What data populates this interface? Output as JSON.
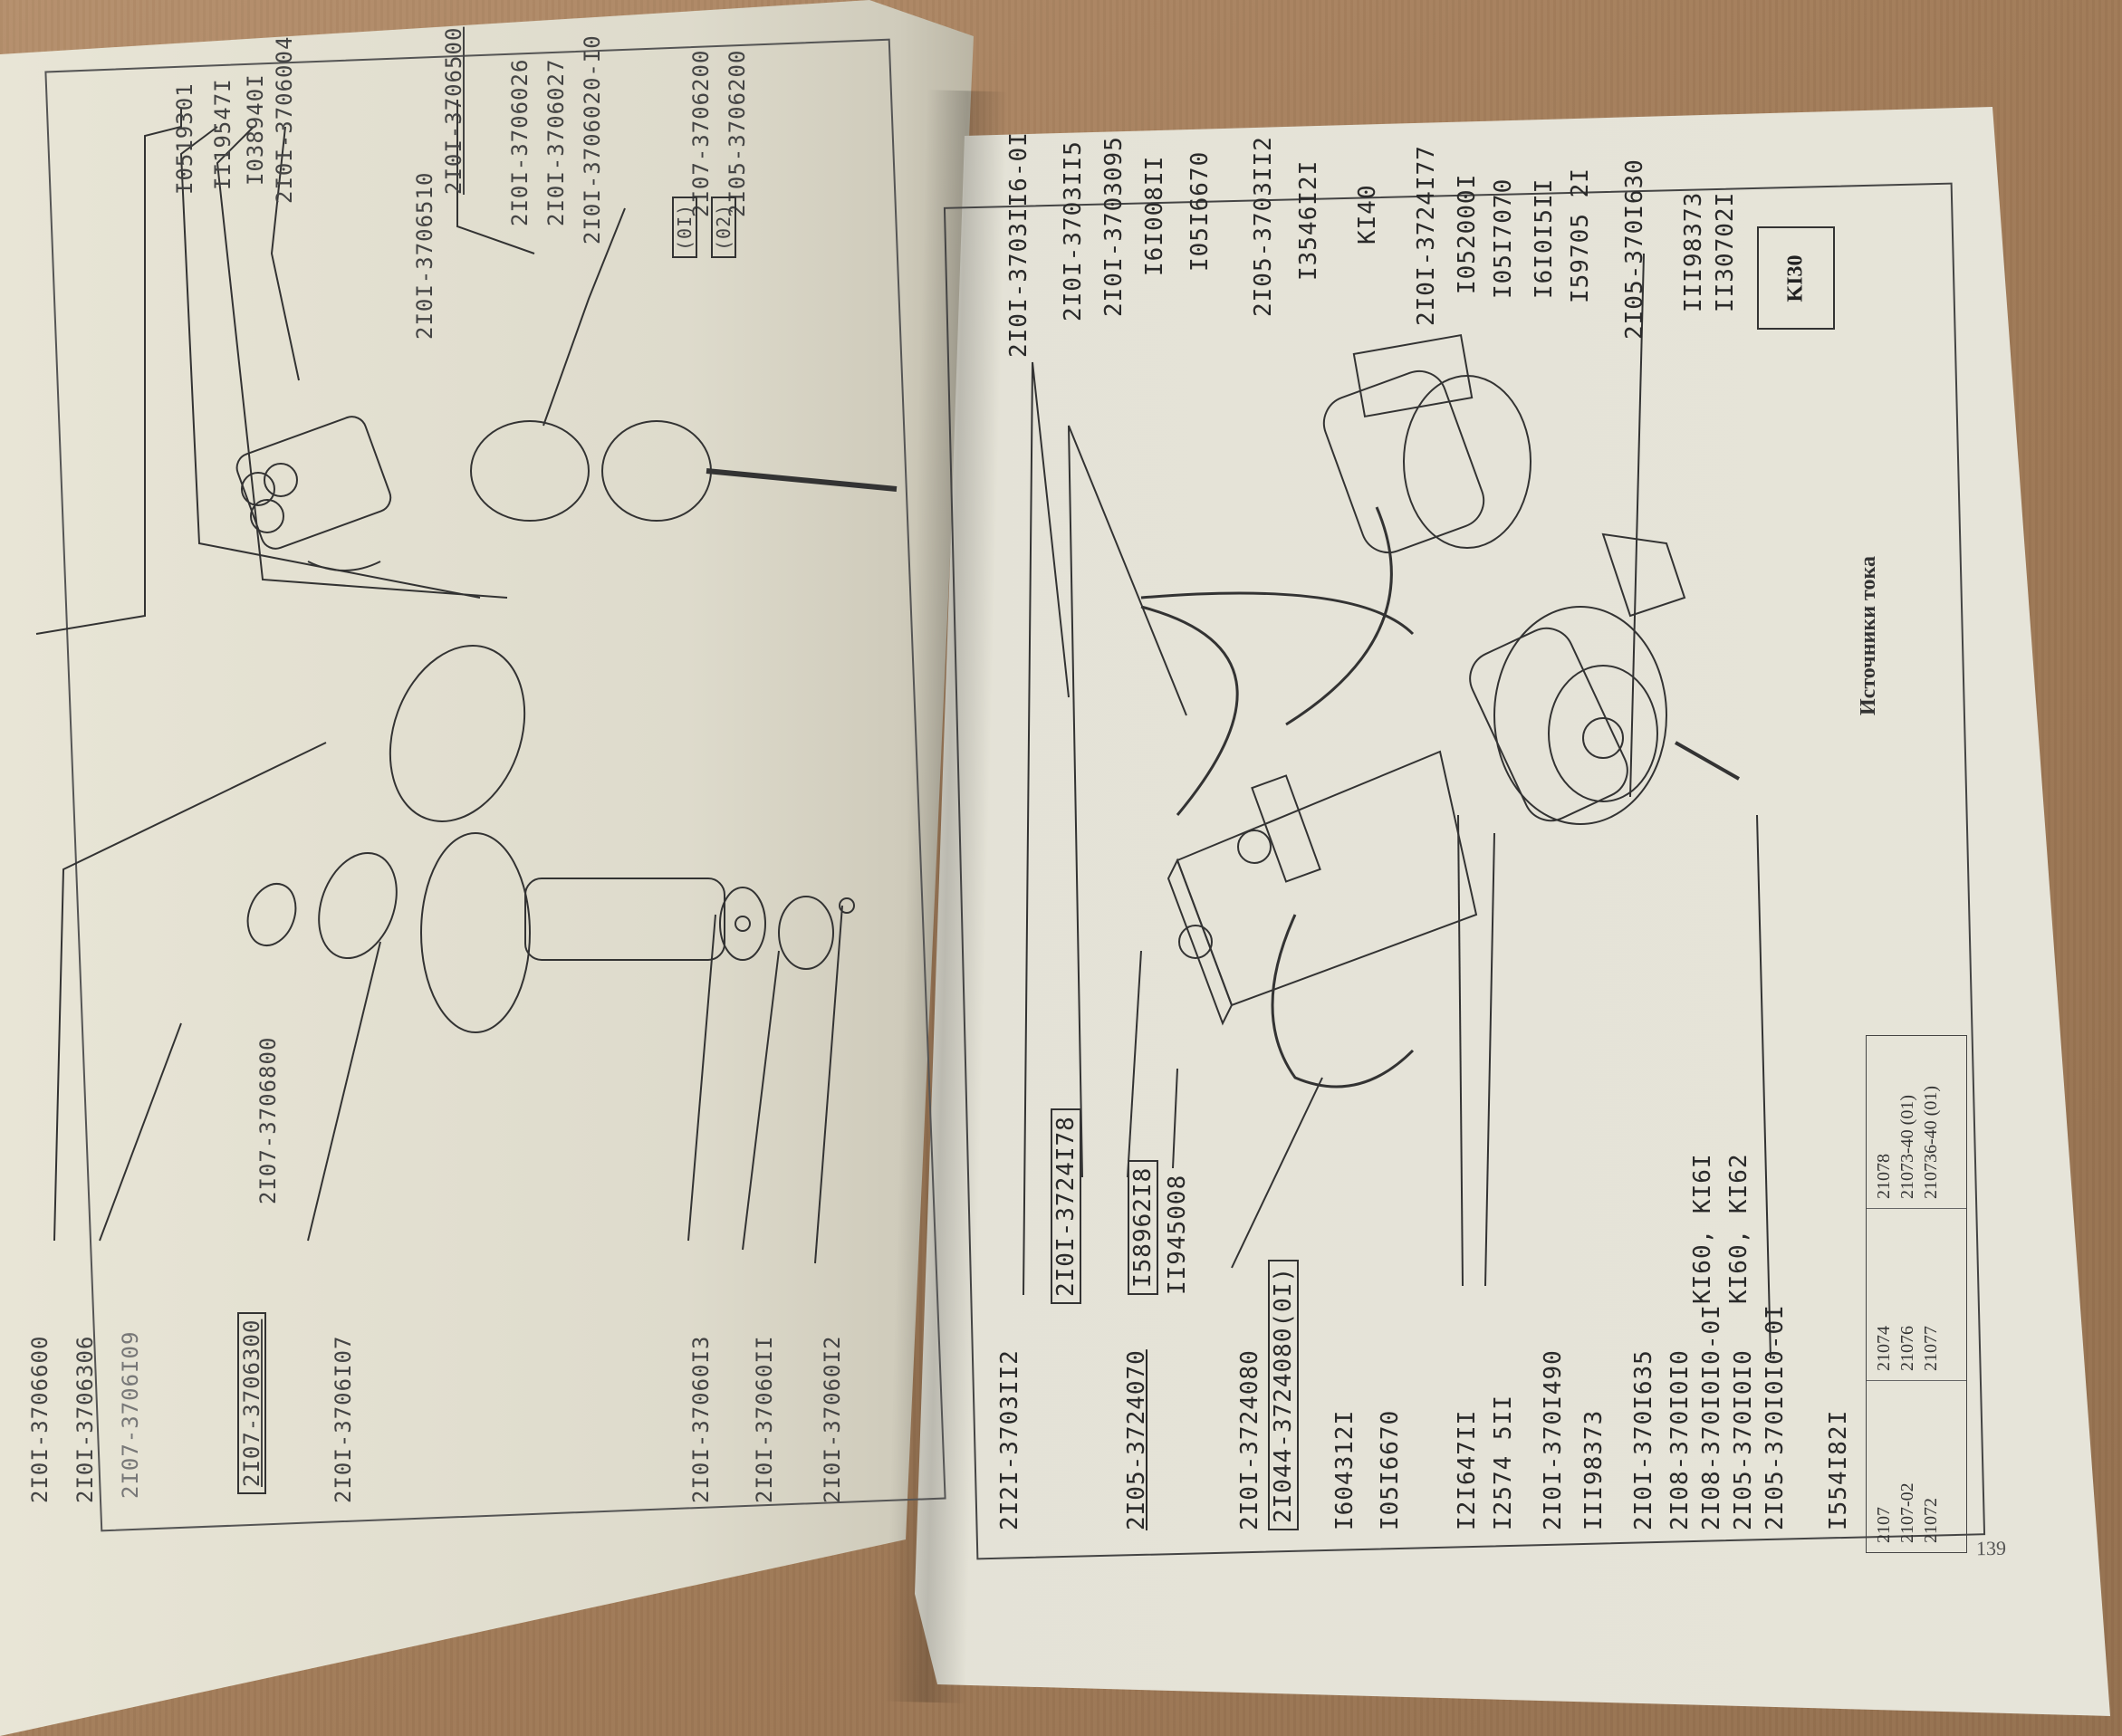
{
  "left_page": {
    "top_labels": [
      "I0519301",
      "II19547I",
      "I038940I",
      "2I0I-3706004",
      "2I0I-3706500",
      "2I0I-3706510",
      "2I0I-3706026",
      "2I0I-3706027",
      "2I0I-3706020-I0",
      "2I07-3706200",
      "2I05-3706200"
    ],
    "top_variants": [
      "(0I)",
      "(02)"
    ],
    "bottom_labels": [
      "2I0I-3706600",
      "2I0I-3706306",
      "2I07-3706I09",
      "2I07-3706300",
      "2I07-3706800",
      "2I0I-3706I07",
      "2I0I-37060I3",
      "2I0I-37060II",
      "2I0I-37060I2"
    ]
  },
  "right_page": {
    "top_labels": [
      "2I0I-3703II6-0I",
      "2I0I-3703II5",
      "2I0I-3703095",
      "I6I008II",
      "I05I6670",
      "2I05-3703II2",
      "I3546I2I",
      "KI40",
      "2I0I-3724I77",
      "I052000I",
      "I05I7070",
      "I6I0I5II",
      "I59705 2I",
      "2I05-370I630",
      "III98373",
      "II30702I"
    ],
    "bottom_labels": [
      "2I2I-3703II2",
      "2I0I-3724I78",
      "2I05-3724070",
      "I58962I8",
      "II945008",
      "2I0I-3724080",
      "2I044-3724080(0I)",
      "I604312I",
      "I05I6670",
      "I2I647II",
      "I2574 5II",
      "2I0I-370I490",
      "III98373",
      "2I0I-370I635",
      "2I08-370I0I0",
      "2I08-370I0I0-0I",
      "2I05-370I0I0",
      "2I05-370I0I0-0I",
      "I554I82I"
    ],
    "variant_codes": [
      "KI60, KI6I",
      "KI60, KI62"
    ],
    "section_title": "Источники тока",
    "section_code": "KI30",
    "models": {
      "col1": [
        "2107",
        "2107-02",
        "21072"
      ],
      "col2": [
        "21074",
        "21076",
        "21077"
      ],
      "col3": [
        "21078",
        "21073-40 (01)",
        "210736-40 (01)"
      ]
    },
    "page_number": "139"
  }
}
